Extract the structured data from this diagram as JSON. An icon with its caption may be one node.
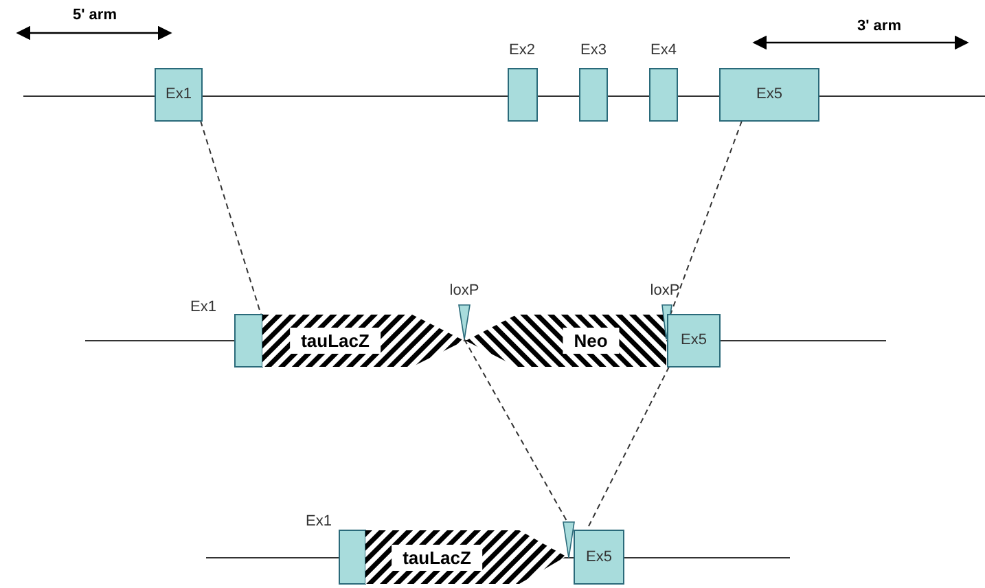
{
  "diagram": {
    "nodes": [
      {
        "text": [
          "Ex1"
        ]
      },
      {
        "text": [
          "Ex2"
        ]
      },
      {
        "text": [
          "Ex3"
        ]
      },
      {
        "text": [
          "Ex4"
        ]
      },
      {
        "text": [
          "Ex5"
        ]
      },
      {
        "text": [
          "Ex1"
        ]
      },
      {
        "text": [
          "tauLacZ"
        ]
      },
      {
        "text": [
          "loxP"
        ]
      },
      {
        "text": [
          "Neo"
        ]
      },
      {
        "text": [
          "loxP"
        ]
      },
      {
        "text": [
          "Ex5"
        ]
      },
      {
        "text": [
          "Ex1"
        ]
      },
      {
        "text": [
          "tauLacZ"
        ]
      },
      {
        "text": [],
        "shape": "triangle"
      },
      {
        "text": [
          "Ex5"
        ]
      }
    ],
    "edges": [
      {
        "from": 0,
        "to": 5,
        "arrow": "none",
        "style": "dashed"
      },
      {
        "from": 4,
        "to": 10,
        "arrow": "none",
        "style": "dashed"
      },
      {
        "from": 7,
        "to": 13,
        "arrow": "none",
        "style": "dashed"
      },
      {
        "from": 10,
        "to": 14,
        "arrow": "none",
        "style": "dashed"
      }
    ],
    "labels": [
      "5' arm",
      "3' arm"
    ]
  }
}
